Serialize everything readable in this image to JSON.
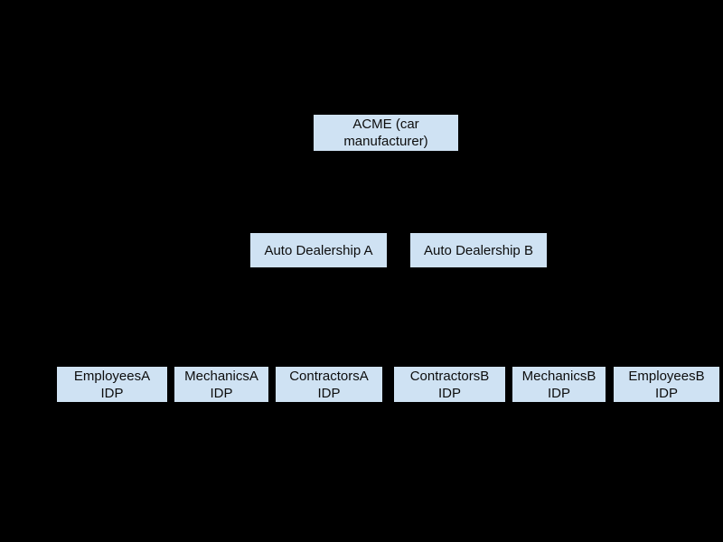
{
  "diagram": {
    "title": "identity-hierarchy-diagram",
    "background_color": "#000000",
    "node_fill_color": "#cfe2f3",
    "node_text_color": "#0d0d0d",
    "nodes": [
      {
        "id": "acme",
        "label": "ACME (car\nmanufacturer)",
        "level": 1
      },
      {
        "id": "dealership-a",
        "label": "Auto Dealership A",
        "level": 2
      },
      {
        "id": "dealership-b",
        "label": "Auto Dealership B",
        "level": 2
      },
      {
        "id": "employees-a-idp",
        "label": "EmployeesA\nIDP",
        "level": 3
      },
      {
        "id": "mechanics-a-idp",
        "label": "MechanicsA\nIDP",
        "level": 3
      },
      {
        "id": "contractors-a-idp",
        "label": "ContractorsA\nIDP",
        "level": 3
      },
      {
        "id": "contractors-b-idp",
        "label": "ContractorsB\nIDP",
        "level": 3
      },
      {
        "id": "mechanics-b-idp",
        "label": "MechanicsB\nIDP",
        "level": 3
      },
      {
        "id": "employees-b-idp",
        "label": "EmployeesB\nIDP",
        "level": 3
      }
    ]
  }
}
